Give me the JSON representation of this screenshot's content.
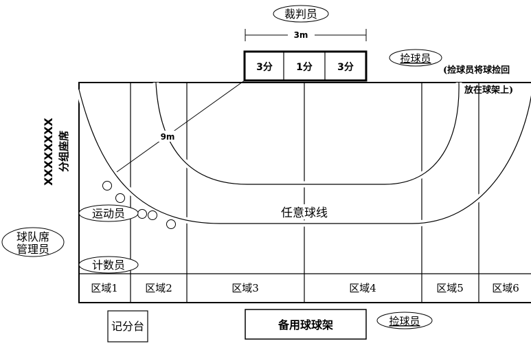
{
  "title_referee": "裁判员",
  "distance_3m": "3m",
  "scores": [
    "3分",
    "1分",
    "3分"
  ],
  "ball_retriever_top": "捡球员",
  "retriever_note_line1": "(捡球员将球捡回",
  "retriever_note_line2": "放在球架上)",
  "radius_9m": "9m",
  "group_seating_marks": "XXXXXXXX",
  "group_seating_label": "分组座席",
  "athlete": "运动员",
  "team_staff_line1": "球队席",
  "team_staff_line2": "管理员",
  "counter": "计数员",
  "free_line": "任意球线",
  "zones": [
    "区域1",
    "区域2",
    "区域3",
    "区域4",
    "区域5",
    "区域6"
  ],
  "scorer_table": "记分台",
  "spare_rack": "备用球球架",
  "ball_retriever_bottom": "捡球员"
}
